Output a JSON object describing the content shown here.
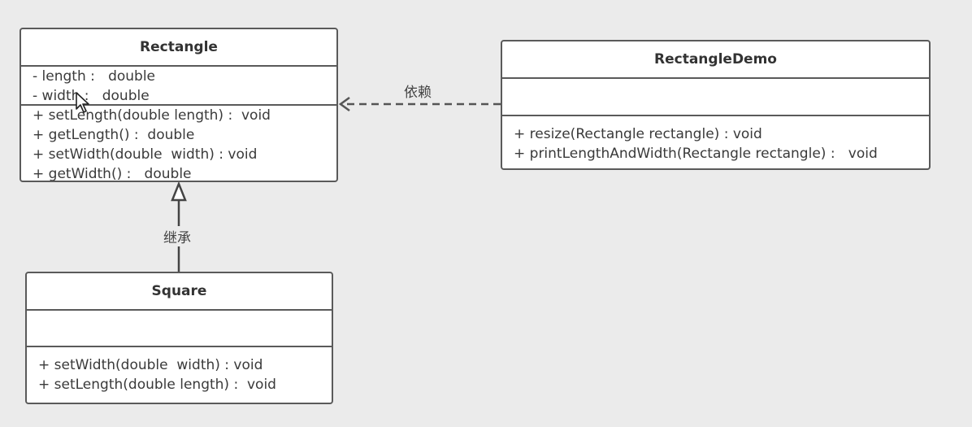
{
  "diagram": {
    "classes": {
      "rectangle": {
        "name": "Rectangle",
        "attributes": [
          "- length :   double",
          "- width :   double"
        ],
        "methods": [
          "+ setLength(double length) :  void",
          "+ getLength() :  double",
          "+ setWidth(double  width) : void",
          "+ getWidth() :   double"
        ]
      },
      "rectangle_demo": {
        "name": "RectangleDemo",
        "attributes": [],
        "methods": [
          "+ resize(Rectangle rectangle) : void",
          "+ printLengthAndWidth(Rectangle rectangle) :   void"
        ]
      },
      "square": {
        "name": "Square",
        "attributes": [],
        "methods": [
          "+ setWidth(double  width) : void",
          "+ setLength(double length) :  void"
        ]
      }
    },
    "relations": {
      "dependency": {
        "label": "依赖",
        "from": "RectangleDemo",
        "to": "Rectangle",
        "style": "dashed-open-arrow"
      },
      "inheritance": {
        "label": "继承",
        "from": "Square",
        "to": "Rectangle",
        "style": "solid-hollow-triangle"
      }
    },
    "colors": {
      "background": "#ebebeb",
      "box_fill": "#ffffff",
      "stroke": "#5a5a5a",
      "text": "#333333"
    }
  }
}
